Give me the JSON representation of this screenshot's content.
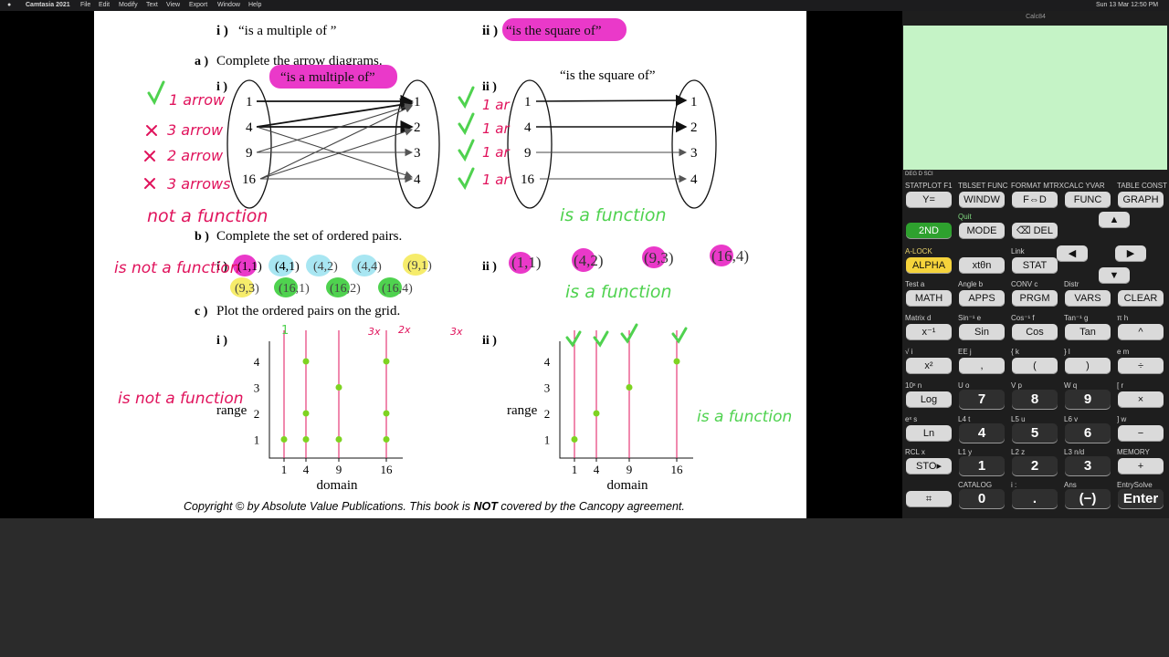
{
  "menubar": {
    "app": "Camtasia 2021",
    "menus": [
      "File",
      "Edit",
      "Modify",
      "Text",
      "View",
      "Export",
      "Window",
      "Help"
    ],
    "clock": "Sun 13 Mar  12:50 PM"
  },
  "doc": {
    "top_i_label": "i )",
    "top_i_text": "“is a multiple of ”",
    "top_ii_label": "ii )",
    "top_ii_text": "“is the square of”",
    "a_label": "a )",
    "a_text": "Complete the arrow diagrams.",
    "arrow_i_label": "i )",
    "arrow_i_title": "“is a multiple of”",
    "arrow_ii_label": "ii )",
    "arrow_ii_title": "“is the square of”",
    "left_domain": [
      "1",
      "4",
      "9",
      "16"
    ],
    "right_range": [
      "1",
      "2",
      "3",
      "4"
    ],
    "b_label": "b )",
    "b_text": "Complete the set of ordered pairs.",
    "b_i_label": "i )",
    "b_ii_label": "ii )",
    "c_label": "c )",
    "c_text": "Plot the ordered pairs on the grid.",
    "c_i_label": "i )",
    "c_ii_label": "ii )",
    "axis_y_label": "range",
    "axis_x_label": "domain",
    "x_ticks": [
      "1",
      "4",
      "9",
      "16"
    ],
    "y_ticks": [
      "1",
      "2",
      "3",
      "4"
    ],
    "copyright_pre": "Copyright © by Absolute Value Publications.  This book is ",
    "copyright_not": "NOT",
    "copyright_post": " covered by the Cancopy agreement."
  },
  "handwriting": {
    "arrow_i_notes": [
      "1 arrow",
      "3 arrow",
      "2 arrow",
      "3 arrows"
    ],
    "arrow_i_verdict": "not a function",
    "arrow_ii_notes": [
      "1 ar",
      "1 ar",
      "1 ar",
      "1 ar"
    ],
    "arrow_ii_verdict": "is a function",
    "pairs_i": [
      "(1,1)",
      "(4,1)",
      "(4,2)",
      "(4,4)",
      "(9,1)",
      "(9,3)",
      "(16,1)",
      "(16,2)",
      "(16,4)"
    ],
    "pairs_i_verdict": "is not a function",
    "pairs_ii": [
      "(1,1)",
      "(4,2)",
      "(9,3)",
      "(16,4)"
    ],
    "pairs_ii_verdict": "is a function",
    "graph_i_counts": [
      "1",
      "3x",
      "2x",
      "3x"
    ],
    "graph_i_verdict": "is not a function",
    "graph_ii_verdict": "is a function"
  },
  "chart_data": [
    {
      "type": "scatter",
      "title": "",
      "xlabel": "domain",
      "ylabel": "range",
      "x_ticks": [
        1,
        4,
        9,
        16
      ],
      "y_ticks": [
        1,
        2,
        3,
        4
      ],
      "points": [
        [
          1,
          1
        ],
        [
          4,
          1
        ],
        [
          4,
          2
        ],
        [
          4,
          4
        ],
        [
          9,
          1
        ],
        [
          9,
          3
        ],
        [
          16,
          1
        ],
        [
          16,
          2
        ],
        [
          16,
          4
        ]
      ]
    },
    {
      "type": "scatter",
      "title": "",
      "xlabel": "domain",
      "ylabel": "range",
      "x_ticks": [
        1,
        4,
        9,
        16
      ],
      "y_ticks": [
        1,
        2,
        3,
        4
      ],
      "points": [
        [
          1,
          1
        ],
        [
          4,
          2
        ],
        [
          9,
          3
        ],
        [
          16,
          4
        ]
      ]
    }
  ],
  "calculator": {
    "title": "Calc84",
    "status": "DEG  D  SCI",
    "rows": [
      {
        "labels": [
          "STATPLOT F1",
          "TBLSET FUNC",
          "FORMAT MTRX",
          "CALC   YVAR",
          "TABLE CONST"
        ],
        "keys": [
          "Y=",
          "WINDW",
          "F⇔D",
          "FUNC",
          "GRAPH"
        ]
      },
      {
        "labels": [
          "",
          "Quit",
          "",
          "",
          ""
        ],
        "keys": [
          "2ND",
          "MODE",
          "⌫ DEL"
        ]
      },
      {
        "labels": [
          "A-LOCK",
          "",
          "Link",
          "",
          ""
        ],
        "keys": [
          "ALPHA",
          "xtθn",
          "STAT"
        ]
      },
      {
        "labels": [
          "Test    a",
          "Angle   b",
          "CONV    c",
          "Distr",
          ""
        ],
        "keys": [
          "MATH",
          "APPS",
          "PRGM",
          "VARS",
          "CLEAR"
        ]
      },
      {
        "labels": [
          "Matrix  d",
          "Sin⁻¹   e",
          "Cos⁻¹   f",
          "Tan⁻¹   g",
          "π     h"
        ],
        "keys": [
          "x⁻¹",
          "Sin",
          "Cos",
          "Tan",
          "^"
        ]
      },
      {
        "labels": [
          "√      i",
          "EE     j",
          "{      k",
          "}      l",
          "e     m"
        ],
        "keys": [
          "x²",
          ",",
          "(",
          ")",
          "÷"
        ]
      },
      {
        "labels": [
          "10ˣ    n",
          "U      o",
          "V      p",
          "W      q",
          "[     r"
        ],
        "keys": [
          "Log",
          "7",
          "8",
          "9",
          "×"
        ]
      },
      {
        "labels": [
          "eˣ     s",
          "L4     t",
          "L5     u",
          "L6     v",
          "]     w"
        ],
        "keys": [
          "Ln",
          "4",
          "5",
          "6",
          "−"
        ]
      },
      {
        "labels": [
          "RCL    x",
          "L1     y",
          "L2     z",
          "L3   n/d",
          "MEMORY"
        ],
        "keys": [
          "STO▸",
          "1",
          "2",
          "3",
          "+"
        ]
      },
      {
        "labels": [
          "",
          "CATALOG",
          "i      :",
          "Ans",
          "EntrySolve"
        ],
        "keys": [
          "⌗",
          "0",
          ".",
          "(−)",
          "Enter"
        ]
      }
    ]
  }
}
